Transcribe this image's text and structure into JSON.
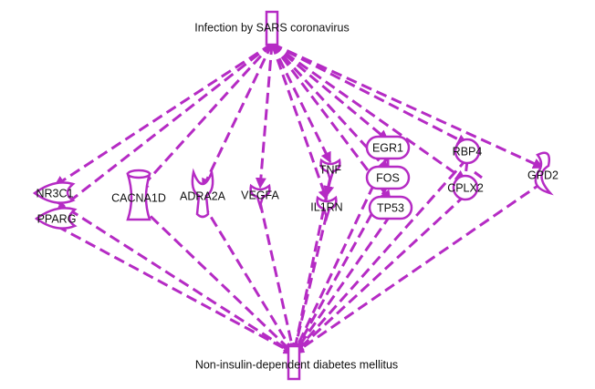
{
  "diagram": {
    "accent_color": "#b52bc4",
    "top_node": {
      "id": "sars",
      "label": "Infection by SARS coronavirus"
    },
    "bottom_node": {
      "id": "t2d",
      "label": "Non-insulin-dependent diabetes mellitus"
    },
    "nodes": [
      {
        "id": "NR3C1",
        "label": "NR3C1",
        "shape": "nuclear-receptor"
      },
      {
        "id": "PPARG",
        "label": "PPARG",
        "shape": "nuclear-receptor"
      },
      {
        "id": "CACNA1D",
        "label": "CACNA1D",
        "shape": "ion-channel"
      },
      {
        "id": "ADRA2A",
        "label": "ADRA2A",
        "shape": "gpcr"
      },
      {
        "id": "VEGFA",
        "label": "VEGFA",
        "shape": "growth-factor"
      },
      {
        "id": "TNF",
        "label": "TNF",
        "shape": "cytokine"
      },
      {
        "id": "IL1RN",
        "label": "IL1RN",
        "shape": "cytokine"
      },
      {
        "id": "EGR1",
        "label": "EGR1",
        "shape": "transcription-regulator"
      },
      {
        "id": "FOS",
        "label": "FOS",
        "shape": "transcription-regulator"
      },
      {
        "id": "TP53",
        "label": "TP53",
        "shape": "transcription-regulator"
      },
      {
        "id": "RBP4",
        "label": "RBP4",
        "shape": "other"
      },
      {
        "id": "CPLX2",
        "label": "CPLX2",
        "shape": "other"
      },
      {
        "id": "GPD2",
        "label": "GPD2",
        "shape": "enzyme"
      }
    ],
    "extra_edges": [
      {
        "source": "TNF",
        "target": "IL1RN",
        "type": "arrow"
      },
      {
        "source": "EGR1",
        "target": "FOS",
        "type": "line"
      },
      {
        "source": "RBP4",
        "target": "CPLX2",
        "type": "inhibit"
      }
    ]
  }
}
